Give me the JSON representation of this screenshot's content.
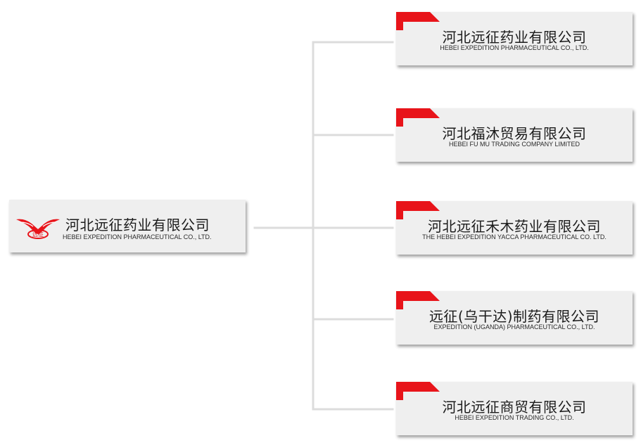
{
  "colors": {
    "accent": "#e8141a",
    "card_bg": "#efefef",
    "connector": "#dddddd"
  },
  "root": {
    "name_cn": "河北远征药业有限公司",
    "name_en": "HEBEI EXPEDITION PHARMACEUTICAL CO., LTD.",
    "logo_icon": "expedition-wings-logo-icon",
    "logo_text": "远征"
  },
  "children": [
    {
      "name_cn": "河北远征药业有限公司",
      "name_en": "HEBEI EXPEDITION PHARMACEUTICAL CO., LTD."
    },
    {
      "name_cn": "河北福沐贸易有限公司",
      "name_en": "HEBEI FU MU TRADING COMPANY LIMITED"
    },
    {
      "name_cn": "河北远征禾木药业有限公司",
      "name_en": "THE HEBEI EXPEDITION YACCA PHARMACEUTICAL CO. LTD."
    },
    {
      "name_cn": "远征(乌干达)制药有限公司",
      "name_en": "EXPEDITION (UGANDA) PHARMACEUTICAL CO., LTD."
    },
    {
      "name_cn": "河北远征商贸有限公司",
      "name_en": "HEBEI EXPEDITION TRADING CO., LTD."
    }
  ]
}
